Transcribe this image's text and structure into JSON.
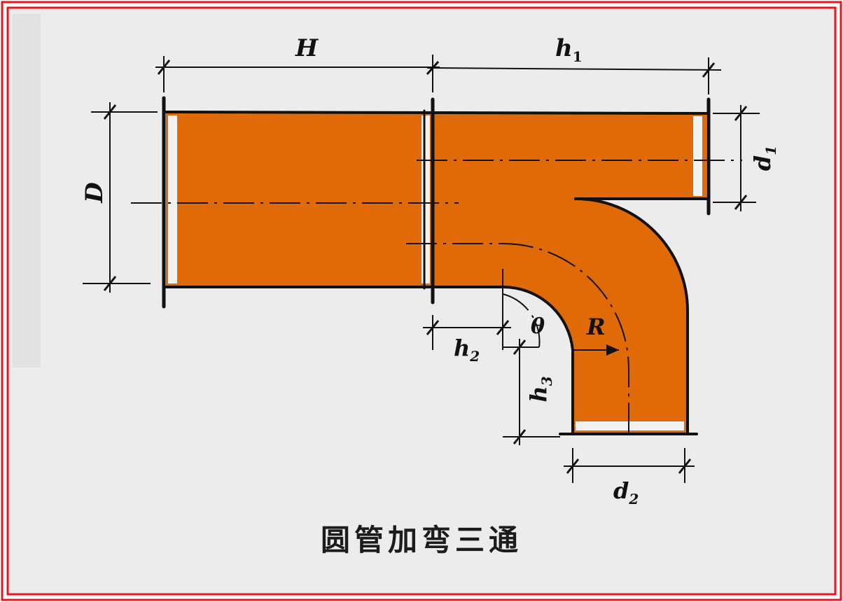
{
  "figure": {
    "caption": "圆管加弯三通",
    "labels": {
      "H": "H",
      "h1": "h",
      "h1_sub": "1",
      "D": "D",
      "d1": "d",
      "d1_sub": "1",
      "h2": "h",
      "h2_sub": "2",
      "h3": "h",
      "h3_sub": "3",
      "theta": "θ",
      "R": "R",
      "d2": "d",
      "d2_sub": "2"
    },
    "colors": {
      "frame": "#e8141e",
      "panel": "#ececec",
      "pipe_fill": "#e06a07",
      "line": "#111111"
    }
  }
}
